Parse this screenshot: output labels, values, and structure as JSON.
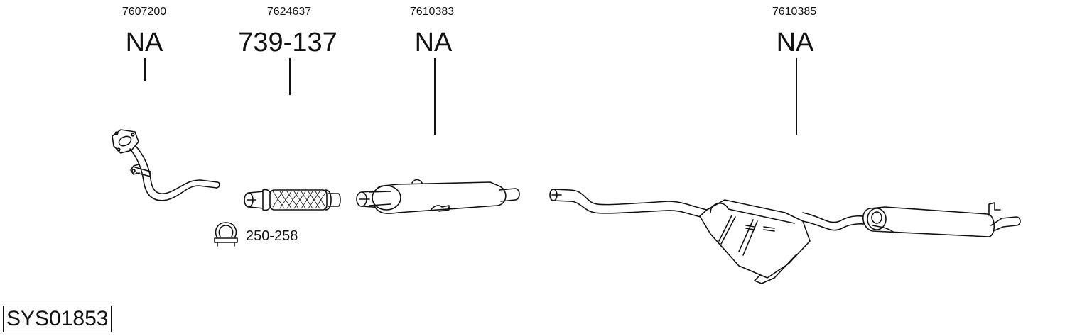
{
  "parts": [
    {
      "oem_number": "7607200",
      "part_number": "NA",
      "type": "front-pipe"
    },
    {
      "oem_number": "7624637",
      "part_number": "739-137",
      "type": "flex-pipe"
    },
    {
      "oem_number": "7610383",
      "part_number": "NA",
      "type": "middle-silencer"
    },
    {
      "oem_number": "7610385",
      "part_number": "NA",
      "type": "rear-silencer"
    }
  ],
  "accessory": {
    "part_number": "250-258",
    "icon": "clamp-icon"
  },
  "system_id": "SYS01853"
}
